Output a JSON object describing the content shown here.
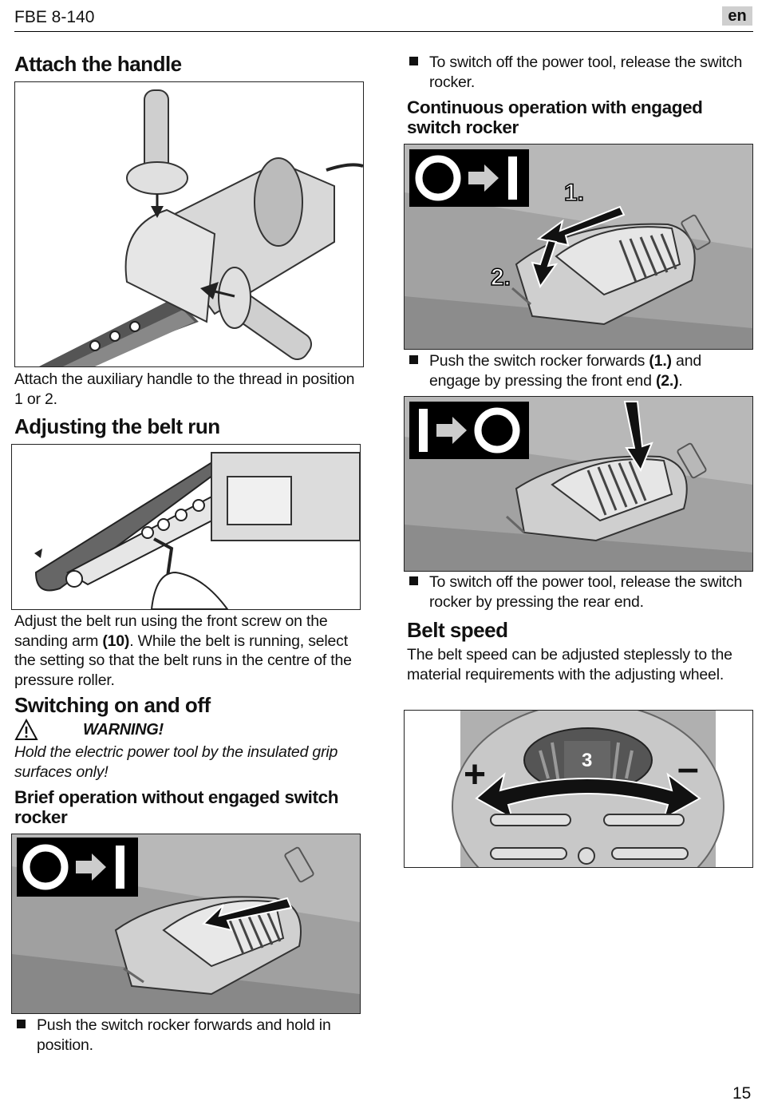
{
  "header": {
    "model": "FBE 8-140",
    "lang": "en"
  },
  "left": {
    "attach": {
      "title": "Attach the handle",
      "text": "Attach the auxiliary handle to the thread in position 1 or 2."
    },
    "belt_run": {
      "title": "Adjusting the belt run",
      "text_a": "Adjust the belt run using the front screw on the sanding arm ",
      "text_ref": "(10)",
      "text_b": ". While the belt is running, select the setting so that the belt runs in the centre of the pressure roller."
    },
    "switching": {
      "title": "Switching on and off",
      "warning_label": "WARNING!",
      "warning_text": "Hold the electric power tool by the insulated grip surfaces only!"
    },
    "brief": {
      "title": "Brief operation without engaged switch rocker",
      "bullet": "Push the switch rocker forwards and hold in position."
    }
  },
  "right": {
    "off1": "To switch off the power tool, release the switch rocker.",
    "continuous": {
      "title": "Continuous operation with engaged switch rocker",
      "label_1": "1.",
      "label_2": "2.",
      "bullet_a": "Push the switch rocker forwards ",
      "bullet_b1": "(1.)",
      "bullet_c": " and engage by pressing the front end ",
      "bullet_b2": "(2.)",
      "bullet_d": "."
    },
    "off2": "To switch off the power tool, release the switch rocker by pressing the rear end.",
    "belt_speed": {
      "title": "Belt speed",
      "text": "The belt speed can be adjusted steplessly to the material requirements with the adjusting wheel.",
      "wheel_number": "3",
      "plus": "+",
      "minus": "–"
    }
  },
  "page_number": "15"
}
